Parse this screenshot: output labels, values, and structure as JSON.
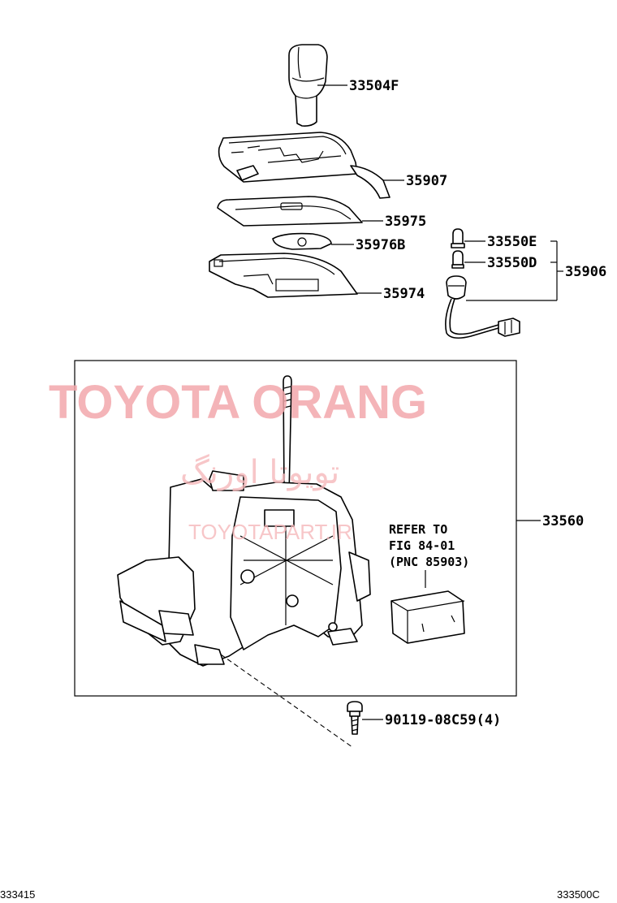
{
  "labels": {
    "knob": "33504F",
    "indicator_housing": "35907",
    "plate": "35975",
    "slide": "35976B",
    "housing_lower": "35974",
    "bulb_e": "33550E",
    "bulb_d": "33550D",
    "wire_assy": "35906",
    "shift_lever_assy": "33560",
    "bolt": "90119-08C59(4)"
  },
  "refer": {
    "line1": "REFER TO",
    "line2": "FIG 84-01",
    "line3": "(PNC 85903)"
  },
  "footer": {
    "left_code": "333415",
    "right_code": "333500C"
  },
  "watermark": {
    "main": "TOYOTA ORANG",
    "persian": "تویوتا اورنگ",
    "site": "TOYOTAPART.IR"
  }
}
